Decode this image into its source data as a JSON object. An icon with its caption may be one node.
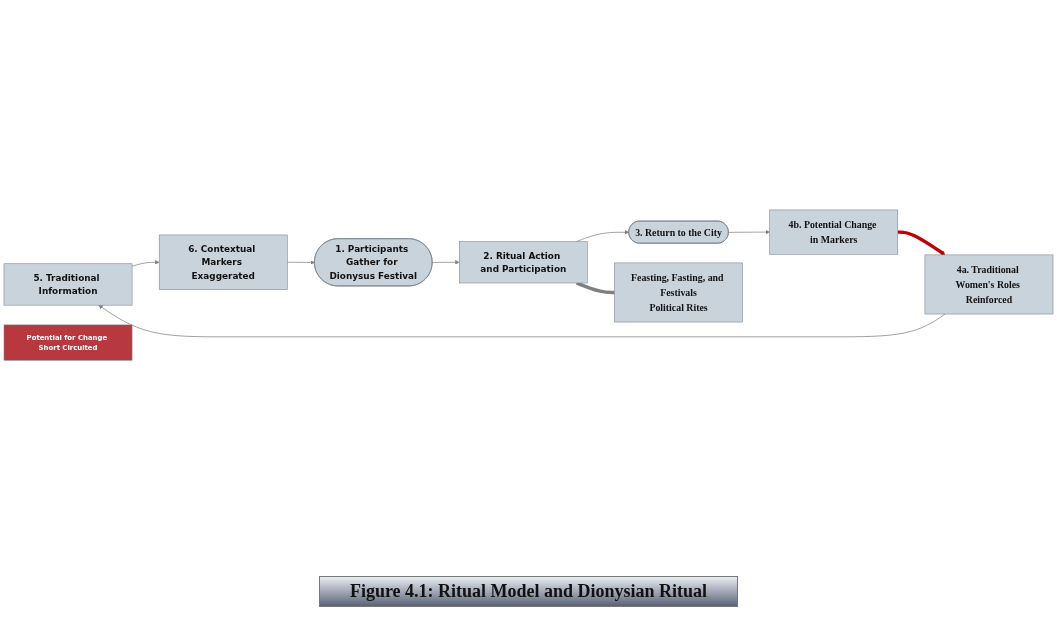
{
  "diagram": {
    "caption": "Figure 4.1: Ritual Model and Dionysian Ritual",
    "nodes": [
      {
        "text": [
          "5. Traditional Information"
        ]
      },
      {
        "text": [
          "4a. Traditional Women's Roles Reinforced"
        ]
      },
      {
        "text": [
          "Potential for Change Short Circuited"
        ]
      },
      {
        "text": [
          "6. Contextual Markers Exaggerated"
        ]
      },
      {
        "text": [
          "4b. Potential Change in Markers"
        ]
      },
      {
        "text": [
          "1. Participants Gather for Dionysus Festival"
        ]
      },
      {
        "text": [
          "2. Ritual Action and Participation"
        ]
      },
      {
        "text": [
          "3. Return to the City"
        ]
      },
      {
        "text": [
          "Feasting, Fasting, and Festivals",
          "Political Rites"
        ]
      }
    ],
    "edges": [
      {
        "from": 1,
        "to": 0,
        "arrow": "to"
      },
      {
        "from": 0,
        "to": 3,
        "arrow": "to"
      },
      {
        "from": 3,
        "to": 5,
        "arrow": "to"
      },
      {
        "from": 5,
        "to": 6,
        "arrow": "to"
      },
      {
        "from": 6,
        "to": 7,
        "arrow": "to"
      },
      {
        "from": 7,
        "to": 4,
        "arrow": "to"
      },
      {
        "from": 4,
        "to": 1,
        "arrow": "to",
        "style": "thick",
        "color": "#c00000"
      },
      {
        "from": 6,
        "to": 8,
        "arrow": "none",
        "style": "thick"
      }
    ]
  }
}
